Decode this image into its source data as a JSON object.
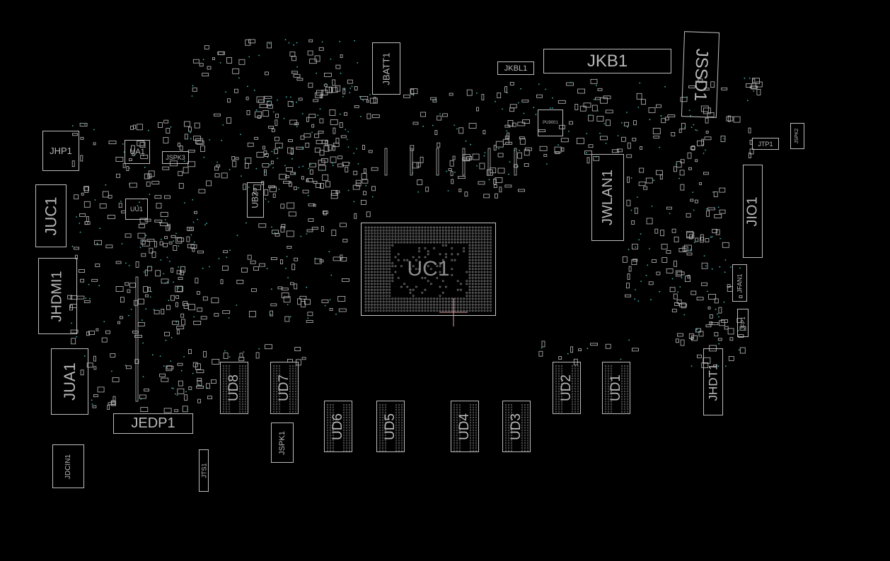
{
  "board": {
    "background": "#000000",
    "outline_color": "#bdbdbd",
    "dot_color": "#3fb6b6",
    "marker_color": "#e0a0a0"
  },
  "labels": {
    "jkb1": "JKB1",
    "jssd1": "JSSD1",
    "jkbl1": "JKBL1",
    "jbatt1": "JBATT1",
    "jhp1": "JHP1",
    "ua1": "UA1",
    "jspk3": "JSPK3",
    "juc1": "JUC1",
    "uu1": "UU1",
    "ub2": "UB2",
    "jhdmi1": "JHDMI1",
    "jua1": "JUA1",
    "jedp1": "JEDP1",
    "jdcin1": "JDCIN1",
    "jts1": "JTS1",
    "jspk1": "JSPK1",
    "uc1": "UC1",
    "jwlan1": "JWLAN1",
    "jio1": "JIO1",
    "jtp1": "JTP1",
    "jspk2": "JSPK2",
    "jfan1": "JFAN1",
    "jfp1": "JFP1",
    "jhdt1": "JHDT1",
    "ud1": "UD1",
    "ud2": "UD2",
    "ud3": "UD3",
    "ud4": "UD4",
    "ud5": "UD5",
    "ud6": "UD6",
    "ud7": "UD7",
    "ud8": "UD8",
    "pu9001": "PU9001"
  }
}
